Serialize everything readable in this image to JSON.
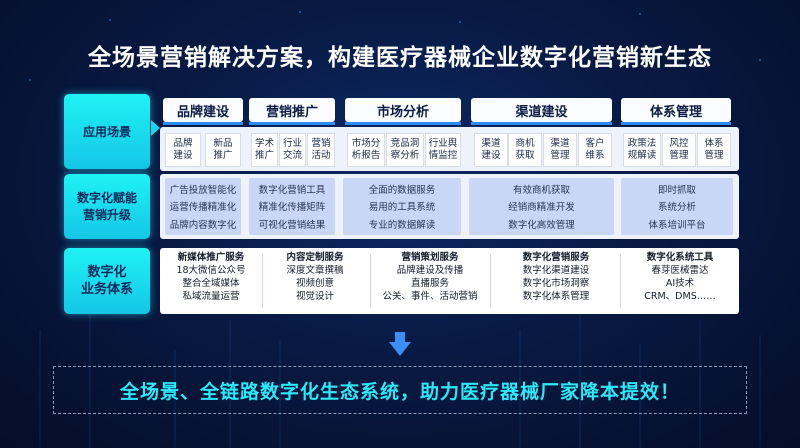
{
  "title": "全场景营销解决方案，构建医疗器械企业数字化营销新生态",
  "rows": {
    "scenarios": {
      "label": "应用场景",
      "groups": [
        {
          "header": "品牌建设",
          "items": [
            "品牌\n建设",
            "新品\n推广"
          ]
        },
        {
          "header": "营销推广",
          "items": [
            "学术\n推广",
            "行业\n交流",
            "营销\n活动"
          ]
        },
        {
          "header": "市场分析",
          "items": [
            "市场分\n析报告",
            "竞品洞\n察分析",
            "行业舆\n情监控"
          ]
        },
        {
          "header": "渠道建设",
          "items": [
            "渠道\n建设",
            "商机\n获取",
            "渠道\n管理",
            "客户\n维系"
          ]
        },
        {
          "header": "体系管理",
          "items": [
            "政策法\n规解读",
            "风控\n管理",
            "体系\n管理"
          ]
        }
      ]
    },
    "empower": {
      "label": "数字化赋能\n营销升级",
      "blocks": [
        [
          "广告投放智能化",
          "运营传播精准化",
          "品牌内容数字化"
        ],
        [
          "数字化营销工具",
          "精准化传播矩阵",
          "可视化营销结果"
        ],
        [
          "全面的数据服务",
          "易用的工具系统",
          "专业的数据解读"
        ],
        [
          "有效商机获取",
          "经销商精准开发",
          "数字化高效管理"
        ],
        [
          "即时抓取",
          "系统分析",
          "体系培训平台"
        ]
      ]
    },
    "services": {
      "label": "数字化\n业务体系",
      "columns": [
        {
          "title": "新媒体推广服务",
          "items": [
            "18大微信公众号",
            "整合全域媒体",
            "私域流量运营"
          ]
        },
        {
          "title": "内容定制服务",
          "items": [
            "深度文章撰稿",
            "视频创意",
            "视觉设计"
          ]
        },
        {
          "title": "营销策划服务",
          "items": [
            "品牌建设及传播",
            "直播服务",
            "公关、事件、活动营销"
          ]
        },
        {
          "title": "数字化营销服务",
          "items": [
            "数字化渠道建设",
            "数字化市场洞察",
            "数字化体系管理"
          ]
        },
        {
          "title": "数字化系统工具",
          "items": [
            "春芽医械雷达",
            "AI技术",
            "CRM、DMS……"
          ]
        }
      ]
    }
  },
  "conclusion": "全场景、全链路数字化生态系统，助力医疗器械厂家降本提效！",
  "colors": {
    "accent": "#1ff2f5",
    "header_bar": "#2a8cf0",
    "background": "#081a44",
    "conclusion_text": "#2ee8f8"
  }
}
